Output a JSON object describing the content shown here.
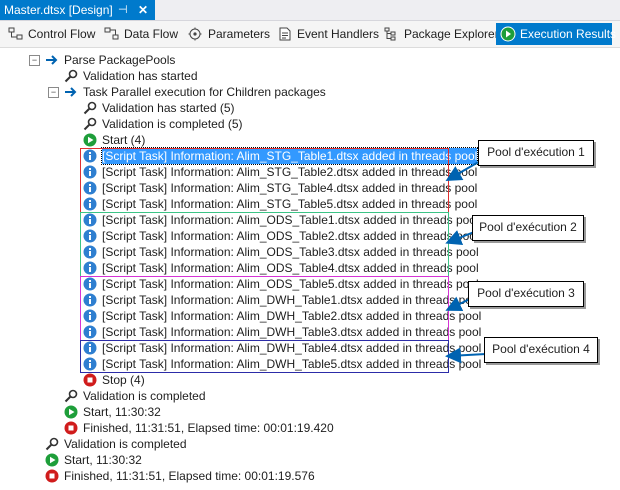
{
  "document_tab": {
    "title": "Master.dtsx [Design]",
    "pin_glyph": "⊣",
    "close_glyph": "✕"
  },
  "toolbar": {
    "tabs": [
      {
        "label": "Control Flow",
        "icon": "control-flow-icon"
      },
      {
        "label": "Data Flow",
        "icon": "data-flow-icon"
      },
      {
        "label": "Parameters",
        "icon": "parameters-icon"
      },
      {
        "label": "Event Handlers",
        "icon": "event-handlers-icon"
      },
      {
        "label": "Package Explorer",
        "icon": "package-explorer-icon"
      },
      {
        "label": "Execution Results",
        "icon": "execution-results-icon"
      }
    ],
    "active_tab": "Execution Results"
  },
  "results": {
    "parse_pkg": "Parse PackagePools",
    "validation_started": "Validation has started",
    "task_parallel": "Task Parallel execution for Children packages",
    "validation_started_5": "Validation has started (5)",
    "validation_completed_5": "Validation is completed (5)",
    "start_4": "Start (4)",
    "messages": [
      "[Script Task] Information: Alim_STG_Table1.dtsx added in threads pool",
      "[Script Task] Information: Alim_STG_Table2.dtsx added in threads pool",
      "[Script Task] Information: Alim_STG_Table4.dtsx added in threads pool",
      "[Script Task] Information: Alim_STG_Table5.dtsx added in threads pool",
      "[Script Task] Information: Alim_ODS_Table1.dtsx added in threads pool",
      "[Script Task] Information: Alim_ODS_Table2.dtsx added in threads pool",
      "[Script Task] Information: Alim_ODS_Table3.dtsx added in threads pool",
      "[Script Task] Information: Alim_ODS_Table4.dtsx added in threads pool",
      "[Script Task] Information: Alim_ODS_Table5.dtsx added in threads pool",
      "[Script Task] Information: Alim_DWH_Table1.dtsx added in threads pool",
      "[Script Task] Information: Alim_DWH_Table2.dtsx added in threads pool",
      "[Script Task] Information: Alim_DWH_Table3.dtsx added in threads pool",
      "[Script Task] Information: Alim_DWH_Table4.dtsx added in threads pool",
      "[Script Task] Information: Alim_DWH_Table5.dtsx added in threads pool"
    ],
    "stop_4": "Stop (4)",
    "inner_validation_completed": "Validation is completed",
    "inner_start": "Start, 11:30:32",
    "inner_finished": "Finished, 11:31:51, Elapsed time: 00:01:19.420",
    "outer_validation_completed": "Validation is completed",
    "outer_start": "Start, 11:30:32",
    "outer_finished": "Finished, 11:31:51, Elapsed time: 00:01:19.576"
  },
  "callouts": [
    "Pool d'exécution 1",
    "Pool d'exécution 2",
    "Pool d'exécution 3",
    "Pool d'exécution 4"
  ],
  "colors": {
    "accent": "#007acc",
    "pool1": "#e03030",
    "pool2": "#3cc486",
    "pool3": "#d633d6",
    "pool4": "#2c2ca8",
    "arrow": "#0063b1",
    "start_green": "#1e9e3a",
    "stop_red": "#d01c1c",
    "info_blue": "#2f7fd0",
    "selection": "#3399ff"
  }
}
